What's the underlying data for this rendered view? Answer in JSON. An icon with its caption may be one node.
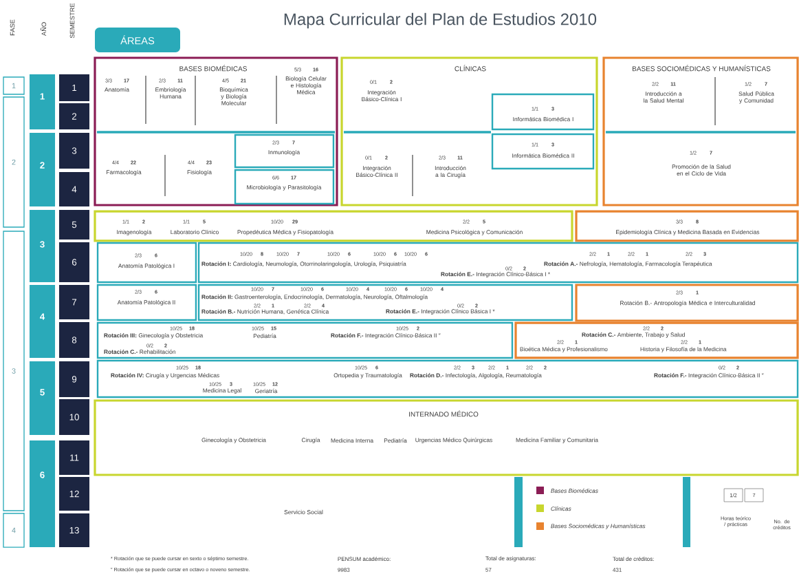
{
  "diagram": {
    "title": "Mapa Curricular del Plan de Estudios 2010",
    "nodes": [
      {
        "text": [
          "ÁREAS"
        ]
      },
      {
        "text": [
          "1"
        ]
      },
      {
        "text": [
          "2"
        ]
      },
      {
        "text": [
          "3"
        ]
      },
      {
        "text": [
          "4"
        ]
      },
      {
        "text": [
          "1"
        ]
      },
      {
        "text": [
          "2"
        ]
      },
      {
        "text": [
          "3"
        ]
      },
      {
        "text": [
          "4"
        ]
      },
      {
        "text": [
          "5"
        ]
      },
      {
        "text": [
          "6"
        ]
      },
      {
        "text": [
          "1"
        ]
      },
      {
        "text": [
          "2"
        ]
      },
      {
        "text": [
          "3"
        ]
      },
      {
        "text": [
          "4"
        ]
      },
      {
        "text": [
          "5"
        ]
      },
      {
        "text": [
          "6"
        ]
      },
      {
        "text": [
          "7"
        ]
      },
      {
        "text": [
          "8"
        ]
      },
      {
        "text": [
          "9"
        ]
      },
      {
        "text": [
          "10"
        ]
      },
      {
        "text": [
          "11"
        ]
      },
      {
        "text": [
          "12"
        ]
      },
      {
        "text": [
          "13"
        ]
      },
      {
        "text": [
          "BASES BIOMÉDICAS",
          "3/3",
          "17",
          "Anatomía",
          "2/3",
          "11",
          "Embriología Humana",
          "4/5",
          "21",
          "Bioquímica y Biología Molecular",
          "5/3",
          "16",
          "Biología Celular e Histología Médica",
          "4/4",
          "22",
          "Farmacología",
          "4/4",
          "23",
          "Fisiología"
        ]
      },
      {
        "text": [
          "2/3",
          "7",
          "Inmunología"
        ],
        "in": 24
      },
      {
        "text": [
          "6/6",
          "17",
          "Microbiología y Parasitología"
        ],
        "in": 24
      },
      {
        "text": [
          "CLÍNICAS",
          "0/1",
          "2",
          "Integración Básico-Clínica I",
          "0/1",
          "2",
          "Integración Básico-Clínica II",
          "2/3",
          "11",
          "Introducción a la Cirugía"
        ]
      },
      {
        "text": [
          "1/1",
          "3",
          "Informática Biomédica I"
        ],
        "in": 27
      },
      {
        "text": [
          "1/1",
          "3",
          "Informática Biomédica II"
        ],
        "in": 27
      },
      {
        "text": [
          "BASES SOCIOMÉDICAS Y HUMANÍSTICAS",
          "2/2",
          "11",
          "Introducción a la Salud Mental",
          "1/2",
          "7",
          "Salud Pública y Comunidad",
          "1/2",
          "7",
          "Promoción de la Salud en el Ciclo de Vida"
        ]
      },
      {
        "text": [
          "1/1",
          "2",
          "Imagenología",
          "1/1",
          "5",
          "Laboratorio Clínico",
          "10/20",
          "29",
          "Propedéutica Médica y Fisiopatología",
          "2/2",
          "5",
          "Medicina Psicológica y Comunicación"
        ]
      },
      {
        "text": [
          "3/3",
          "8",
          "Epidemiología Clínica y Medicina Basada en Evidencias"
        ]
      },
      {
        "text": [
          "2/3",
          "6",
          "Anatomía Patológica I"
        ]
      },
      {
        "text": [
          "10/20",
          "8",
          "10/20",
          "7",
          "10/20",
          "6",
          "10/20",
          "6",
          "10/20",
          "6",
          "**Rotación I:** Cardiología, Neumología, Otorrinolaringología, Urología, Psiquiatría",
          "2/2",
          "1",
          "2/2",
          "1",
          "2/2",
          "3",
          "**Rotación A.-** Nefrología, Hematología, Farmacología Terapéutica",
          "0/2",
          "2",
          "**Rotación E.-** Integración Clínico-Básica I *"
        ]
      },
      {
        "text": [
          "2/3",
          "6",
          "Anatomía Patológica II"
        ]
      },
      {
        "text": [
          "10/20",
          "7",
          "10/20",
          "6",
          "10/20",
          "4",
          "10/20",
          "6",
          "10/20",
          "4",
          "**Rotación II:** Gastroenterología, Endocrinología, Dermatología, Neurología, Oftalmología",
          "2/2",
          "1",
          "2/2",
          "4",
          "**Rotación B.-** Nutrición Humana, Genética Clínica",
          "0/2",
          "2",
          "**Rotación E.-** Integración Clínico Básica I *"
        ]
      },
      {
        "text": [
          "2/3",
          "1",
          "Rotación B.- Antropología Médica e Interculturalidad"
        ]
      },
      {
        "text": [
          "10/25",
          "18",
          "10/25",
          "15",
          "**Rotación III:** Ginecología y Obstetricia",
          "Pediatría",
          "10/25",
          "2",
          "**Rotación F.-** Integración Clínico-Básica II ″",
          "0/2",
          "2",
          "**Rotación C.-** Rehabilitación"
        ]
      },
      {
        "text": [
          "2/2",
          "2",
          "**Rotación C.-** Ambiente, Trabajo y Salud",
          "2/2",
          "1",
          "Bioética Médica y Profesionalismo",
          "2/2",
          "1",
          "Historia y Filosofía de la Medicina"
        ]
      },
      {
        "text": [
          "10/25",
          "18",
          "10/25",
          "6",
          "**Rotación IV:** Cirugía y Urgencias Médicas",
          "Ortopedia y Traumatología",
          "10/25",
          "3",
          "Medicina Legal",
          "10/25",
          "12",
          "Geriatría",
          "2/2",
          "3",
          "2/2",
          "1",
          "2/2",
          "2",
          "**Rotación D.-** Infectología, Algología, Reumatología",
          "0/2",
          "2",
          "**Rotación F.-** Integración Clínico-Básica II ″"
        ]
      },
      {
        "text": [
          "INTERNADO MÉDICO",
          "Ginecología y Obstetricia",
          "Cirugía",
          "Medicina Interna",
          "Pediatría",
          "Urgencias Médico Quirúrgicas",
          "Medicina Familiar y Comunitaria"
        ]
      },
      {
        "text": [
          "Servicio Social"
        ]
      },
      {
        "text": [
          "1/2"
        ]
      },
      {
        "text": [
          "7"
        ]
      }
    ],
    "labels": [
      "FASE",
      "AÑO",
      "SEMESTRE",
      "Horas teórico / prácticas",
      "No. de créditos",
      "* Rotación que se puede cursar en sexto o séptimo semestre.",
      "″ Rotación que se puede cursar en octavo o noveno semestre.",
      "PENSUM académico:",
      "9983",
      "Total de asignaturas:",
      "57",
      "Total de créditos:",
      "431"
    ],
    "legend": [
      {
        "text": "Bases Biomédicas",
        "color": "#8b1d55"
      },
      {
        "text": "Clínicas",
        "color": "#c8d62e"
      },
      {
        "text": "Bases Sociomédicas y Humanísticas",
        "color": "#e8832f"
      }
    ]
  }
}
